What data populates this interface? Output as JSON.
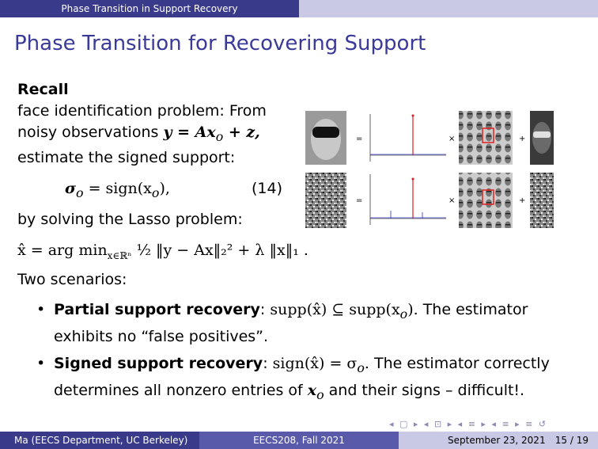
{
  "header": {
    "section": "Phase Transition in Support Recovery"
  },
  "slide": {
    "title": "Phase Transition for Recovering Support",
    "recall": "Recall",
    "intro_1": "face identification problem: From",
    "intro_2a": "noisy observations ",
    "intro_2_eq": "y = Ax",
    "intro_2_sub": "o",
    "intro_2b": " + z,",
    "intro_3": "estimate the signed support:",
    "eq_lhs": "σ",
    "eq_lhs_sub": "o",
    "eq_rhs": " = sign(x",
    "eq_rhs_sub": "o",
    "eq_rhs_end": "),",
    "eq_number": "(14)",
    "lasso_intro": "by solving the Lasso problem:",
    "lasso_eq": "x̂ = arg min",
    "lasso_sub": "x∈ℝⁿ",
    "lasso_rest": " ½ ‖y − Ax‖₂² + λ ‖x‖₁ .",
    "scenarios": "Two scenarios:",
    "bullets": [
      {
        "head": "Partial support recovery",
        "sep": ": ",
        "math": "supp(x̂) ⊆ supp(x",
        "math_sub": "o",
        "math_end": ").",
        "text1": " The estimator",
        "text2": "exhibits no “false positives”."
      },
      {
        "head": "Signed support recovery",
        "sep": ": ",
        "math": "sign(x̂) = σ",
        "math_sub": "o",
        "math_end": ".",
        "text1": " The estimator correctly",
        "text2a": "determines all nonzero entries of ",
        "text2_math": "x",
        "text2_sub": "o",
        "text2b": " and their signs – difficult!."
      }
    ]
  },
  "figure": {
    "equals": "=",
    "times": "×",
    "plus": "+"
  },
  "footer": {
    "author": "Ma  (EECS Department, UC Berkeley)",
    "course": "EECS208, Fall 2021",
    "date": "September 23, 2021",
    "page": "15 / 19"
  },
  "colors": {
    "title": "#3a3a9a",
    "bar_dark": "#3a3a8a",
    "bar_mid": "#5a5aaa",
    "bar_light": "#c9c9e6",
    "spike": "#e02020"
  }
}
